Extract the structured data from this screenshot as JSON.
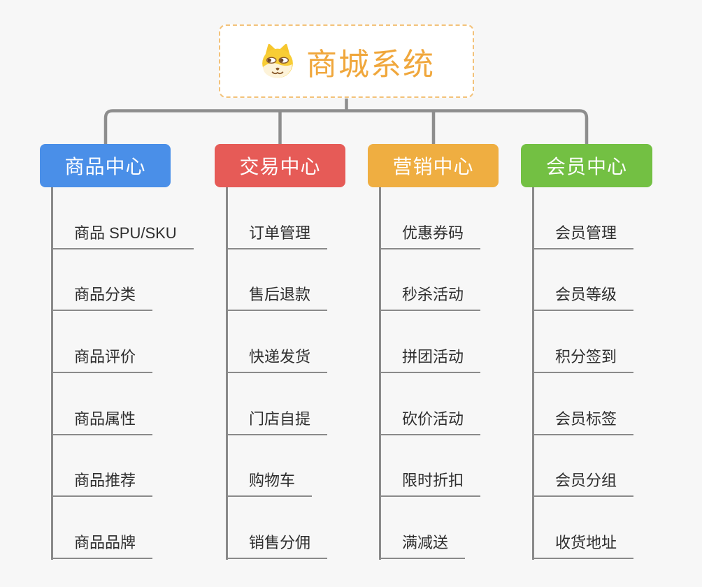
{
  "root": {
    "title": "商城系统",
    "icon": "shiba-dog-icon"
  },
  "branches": [
    {
      "id": "product-center",
      "label": "商品中心",
      "color": "#4a8fe8",
      "items": [
        "商品 SPU/SKU",
        "商品分类",
        "商品评价",
        "商品属性",
        "商品推荐",
        "商品品牌"
      ]
    },
    {
      "id": "trade-center",
      "label": "交易中心",
      "color": "#e65b57",
      "items": [
        "订单管理",
        "售后退款",
        "快递发货",
        "门店自提",
        "购物车",
        "销售分佣"
      ]
    },
    {
      "id": "marketing-center",
      "label": "营销中心",
      "color": "#efae41",
      "items": [
        "优惠券码",
        "秒杀活动",
        "拼团活动",
        "砍价活动",
        "限时折扣",
        "满减送"
      ]
    },
    {
      "id": "member-center",
      "label": "会员中心",
      "color": "#73c043",
      "items": [
        "会员管理",
        "会员等级",
        "积分签到",
        "会员标签",
        "会员分组",
        "收货地址"
      ]
    }
  ],
  "colors": {
    "background": "#f7f7f7",
    "connector_line": "#8e8e8e",
    "subitem_line": "#8a8a8a",
    "subitem_text": "#2e2e2e",
    "root_text": "#f0a73c",
    "root_border": "#f3c27a",
    "root_background": "#ffffff"
  }
}
